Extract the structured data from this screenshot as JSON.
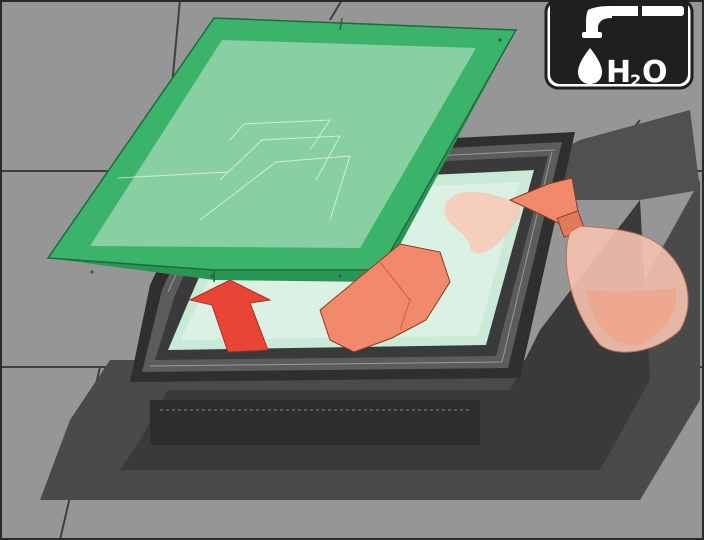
{
  "illustration": {
    "kind": "installation-instruction",
    "elements": [
      "roof-tiles",
      "skylight-frame",
      "flashing",
      "glass-pane",
      "green-protective-cover",
      "lift-arrow",
      "cleaning-cloth",
      "spray-bottle",
      "water-badge"
    ]
  },
  "badge": {
    "icon": "water-tap-icon",
    "text_main": "H",
    "text_sub": "2",
    "text_end": "O"
  },
  "colors": {
    "roof": "#969696",
    "roof_line": "#3f3f3f",
    "flashing": "#4a4a4a",
    "frame": "#2f2f2f",
    "glass": "#c9ead7",
    "cover_green": "#3bb36a",
    "cover_panel": "#8fd2a6",
    "arrow": "#e84536",
    "cloth": "#f08a6a",
    "bottle": "#f7c2b0",
    "badge_bg": "#1f1f1f"
  }
}
